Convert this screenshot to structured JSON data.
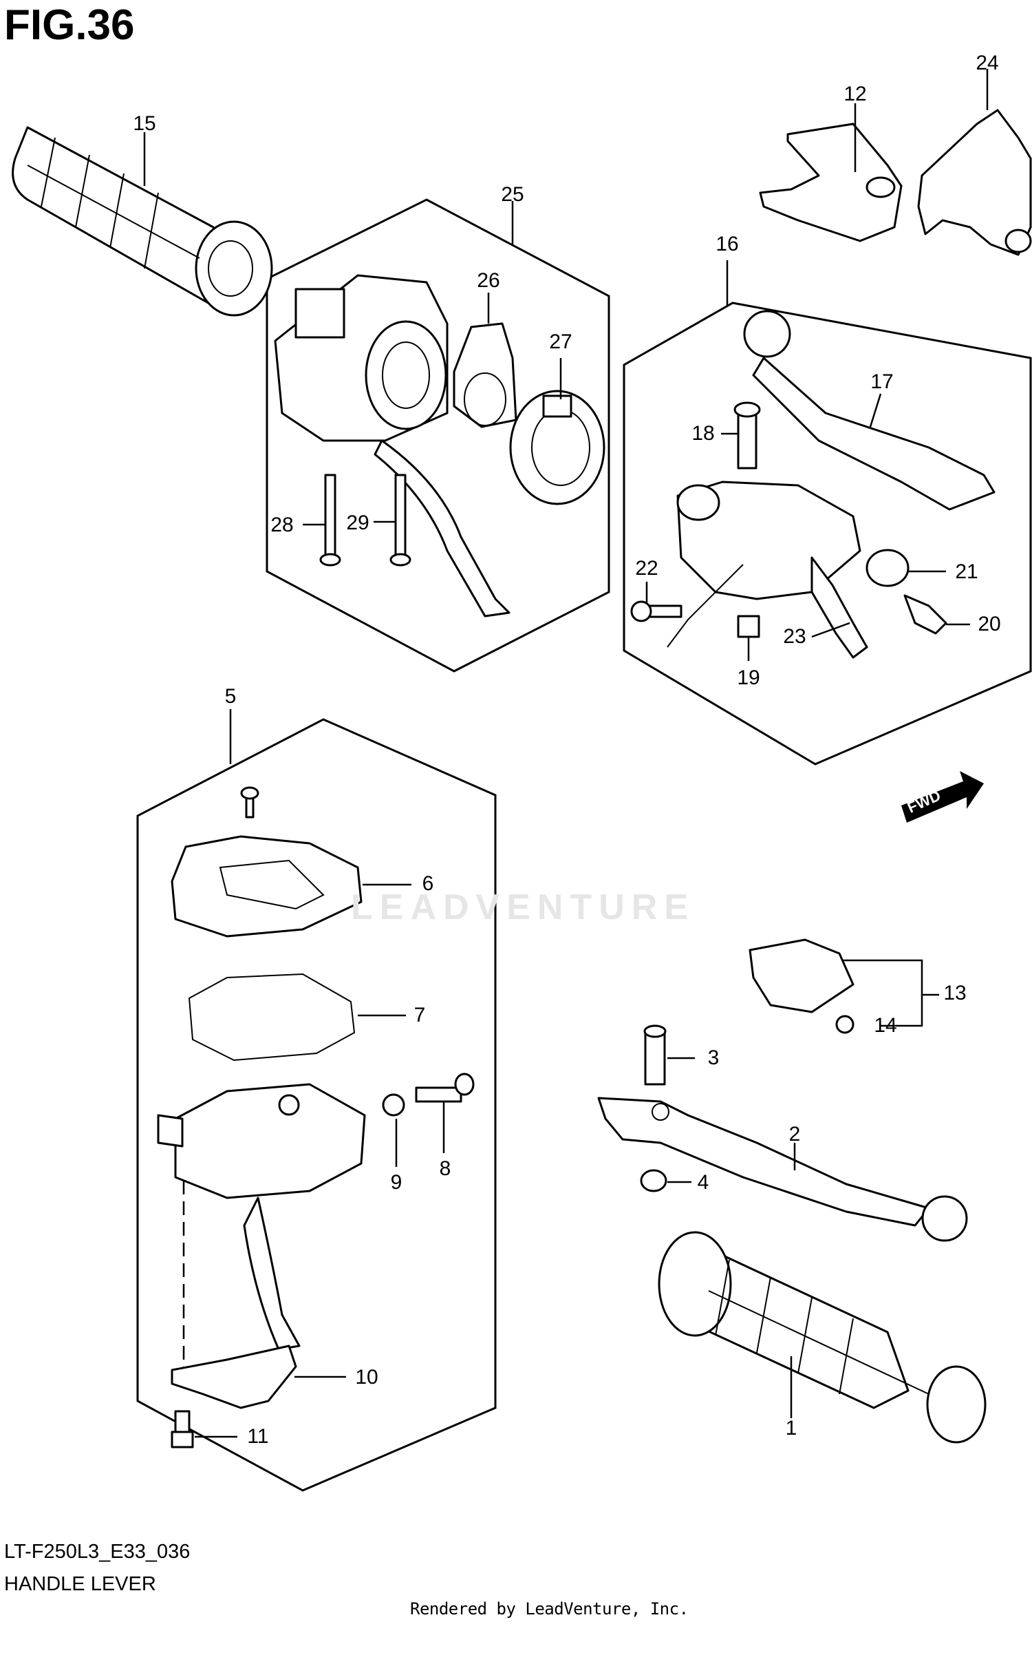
{
  "figure": {
    "title": "FIG.36",
    "code": "LT-F250L3_E33_036",
    "name": "HANDLE LEVER",
    "rendered_by": "Rendered by LeadVenture, Inc.",
    "watermark": "LEADVENTURE",
    "fwd_label": "FWD"
  },
  "callouts": {
    "c1": "1",
    "c2": "2",
    "c3": "3",
    "c4": "4",
    "c5": "5",
    "c6": "6",
    "c7": "7",
    "c8": "8",
    "c9": "9",
    "c10": "10",
    "c11": "11",
    "c12": "12",
    "c13": "13",
    "c14": "14",
    "c15": "15",
    "c16": "16",
    "c17": "17",
    "c18": "18",
    "c19": "19",
    "c20": "20",
    "c21": "21",
    "c22": "22",
    "c23": "23",
    "c24": "24",
    "c25": "25",
    "c26": "26",
    "c27": "27",
    "c28": "28",
    "c29": "29"
  }
}
